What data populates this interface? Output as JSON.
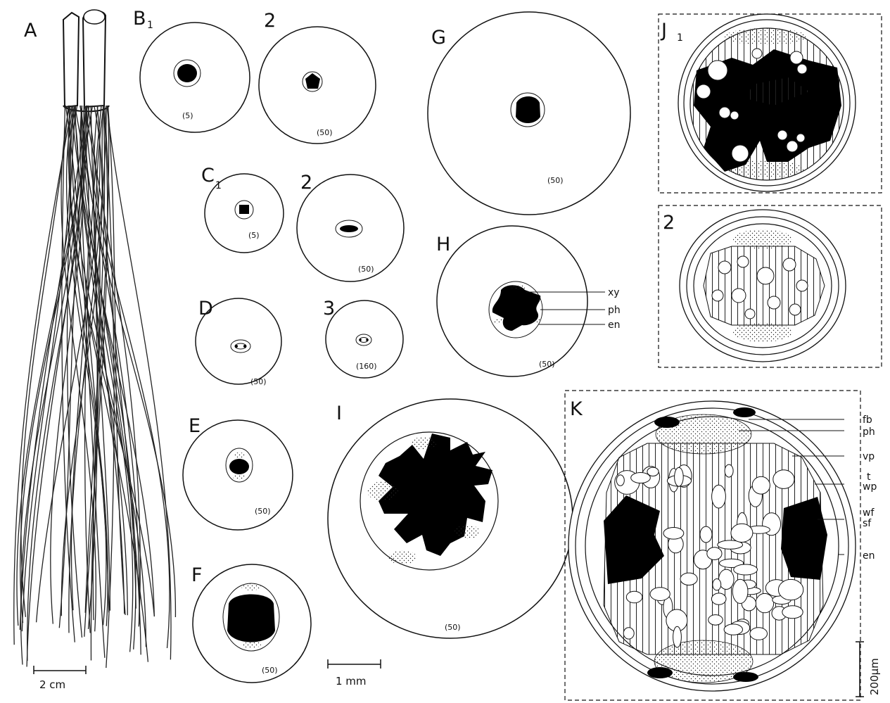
{
  "panels": {
    "A": "A",
    "B1": "B",
    "B1_sub": "1",
    "B2": "2",
    "C1": "C",
    "C1_sub": "1",
    "C2": "2",
    "D": "D",
    "D3": "3",
    "E": "E",
    "F": "F",
    "G": "G",
    "H": "H",
    "I": "I",
    "J1": "J",
    "J1_sub": "1",
    "J2": "2",
    "K": "K"
  },
  "magnifications": {
    "B1": "(5)",
    "B2": "(50)",
    "C1": "(5)",
    "C2": "(50)",
    "D": "(50)",
    "D3": "(160)",
    "E": "(50)",
    "F": "(50)",
    "G": "(50)",
    "H": "(50)",
    "I": "(50)"
  },
  "labels_H": {
    "xy": "xy",
    "ph": "ph",
    "en": "en"
  },
  "labels_K": {
    "fb": "fb",
    "ph": "ph",
    "vp": "vp",
    "t": "t",
    "wp": "wp",
    "wf": "wf",
    "sf": "sf",
    "en": "en"
  },
  "scale_bars": {
    "root": "2 cm",
    "section": "1 mm",
    "detail": "200μm"
  }
}
